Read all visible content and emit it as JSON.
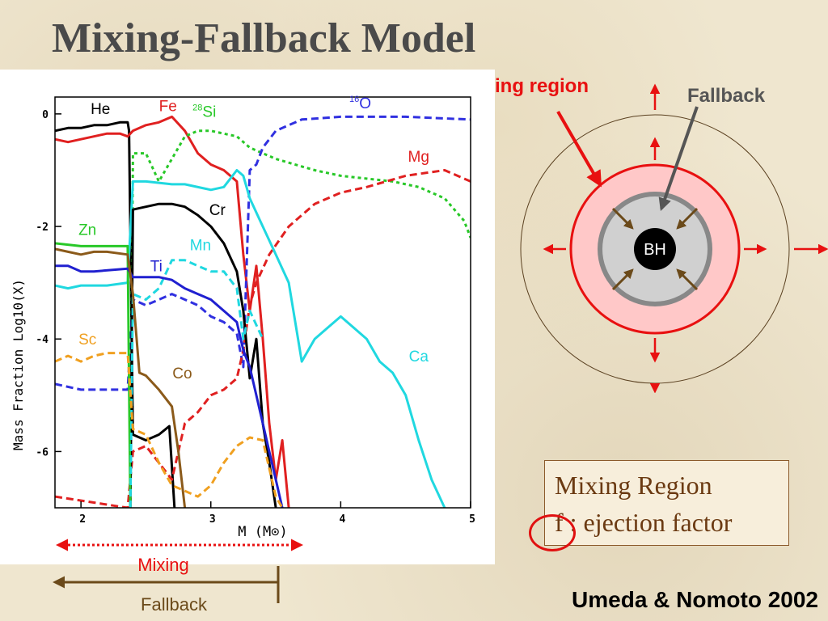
{
  "slide": {
    "title": "Mixing-Fallback Model",
    "citation": "Umeda & Nomoto 2002"
  },
  "diagram": {
    "mixing_region_label": "Mixing region",
    "fallback_label": "Fallback",
    "bh_label": "BH",
    "colors": {
      "mixing": "#e81010",
      "fallback": "#555555",
      "arrows": "#6b4a1a",
      "fill": "#ffc8c8"
    }
  },
  "info_box": {
    "line1": "Mixing Region",
    "f_symbol": "f",
    "line2_rest": " : ejection factor"
  },
  "bottom": {
    "mixing_label": "Mixing",
    "fallback_label": "Fallback"
  },
  "chart_data": {
    "type": "line",
    "xlabel": "M (M⊙)",
    "ylabel": "Mass Fraction Log10(X)",
    "xlim": [
      1.8,
      5.0
    ],
    "ylim": [
      -7.0,
      0.3
    ],
    "xticks": [
      2,
      3,
      4,
      5
    ],
    "yticks": [
      0,
      -2,
      -4,
      -6
    ],
    "series": [
      {
        "name": "He",
        "color": "#000000",
        "dash": "solid",
        "points": [
          [
            1.8,
            -0.3
          ],
          [
            1.9,
            -0.25
          ],
          [
            2.0,
            -0.25
          ],
          [
            2.1,
            -0.2
          ],
          [
            2.2,
            -0.2
          ],
          [
            2.3,
            -0.15
          ],
          [
            2.36,
            -0.15
          ],
          [
            2.37,
            -0.3
          ],
          [
            2.4,
            -5.7
          ],
          [
            2.5,
            -5.8
          ],
          [
            2.6,
            -5.7
          ],
          [
            2.68,
            -5.55
          ],
          [
            2.72,
            -7.0
          ]
        ]
      },
      {
        "name": "Fe",
        "color": "#e02020",
        "dash": "solid",
        "points": [
          [
            1.8,
            -0.45
          ],
          [
            1.9,
            -0.5
          ],
          [
            2.0,
            -0.45
          ],
          [
            2.1,
            -0.4
          ],
          [
            2.2,
            -0.35
          ],
          [
            2.3,
            -0.35
          ],
          [
            2.36,
            -0.4
          ],
          [
            2.4,
            -0.3
          ],
          [
            2.5,
            -0.2
          ],
          [
            2.6,
            -0.15
          ],
          [
            2.7,
            -0.05
          ],
          [
            2.8,
            -0.3
          ],
          [
            2.9,
            -0.7
          ],
          [
            3.0,
            -0.9
          ],
          [
            3.1,
            -1.0
          ],
          [
            3.15,
            -1.1
          ],
          [
            3.2,
            -1.2
          ],
          [
            3.25,
            -2.5
          ],
          [
            3.3,
            -3.5
          ],
          [
            3.35,
            -2.7
          ],
          [
            3.4,
            -4.0
          ],
          [
            3.45,
            -5.5
          ],
          [
            3.5,
            -6.5
          ],
          [
            3.55,
            -5.8
          ],
          [
            3.6,
            -7.0
          ]
        ]
      },
      {
        "name": "28Si",
        "color": "#28c828",
        "dash": "dotted",
        "points": [
          [
            2.38,
            -7.0
          ],
          [
            2.4,
            -0.7
          ],
          [
            2.5,
            -0.7
          ],
          [
            2.6,
            -1.2
          ],
          [
            2.7,
            -0.8
          ],
          [
            2.8,
            -0.4
          ],
          [
            2.9,
            -0.3
          ],
          [
            3.0,
            -0.3
          ],
          [
            3.2,
            -0.4
          ],
          [
            3.3,
            -0.6
          ],
          [
            3.5,
            -0.8
          ],
          [
            3.8,
            -1.0
          ],
          [
            4.0,
            -1.1
          ],
          [
            4.4,
            -1.2
          ],
          [
            4.6,
            -1.3
          ],
          [
            4.8,
            -1.5
          ],
          [
            4.95,
            -1.9
          ],
          [
            5.0,
            -2.2
          ]
        ]
      },
      {
        "name": "16O",
        "color": "#3030e0",
        "dash": "dashed",
        "points": [
          [
            1.8,
            -4.8
          ],
          [
            2.0,
            -4.9
          ],
          [
            2.2,
            -4.9
          ],
          [
            2.36,
            -4.9
          ],
          [
            2.4,
            -3.3
          ],
          [
            2.5,
            -3.4
          ],
          [
            2.6,
            -3.3
          ],
          [
            2.7,
            -3.2
          ],
          [
            2.9,
            -3.4
          ],
          [
            3.0,
            -3.6
          ],
          [
            3.1,
            -3.7
          ],
          [
            3.2,
            -3.9
          ],
          [
            3.25,
            -4.5
          ],
          [
            3.3,
            -1.0
          ],
          [
            3.35,
            -0.9
          ],
          [
            3.4,
            -0.6
          ],
          [
            3.5,
            -0.3
          ],
          [
            3.7,
            -0.1
          ],
          [
            4.0,
            -0.05
          ],
          [
            4.5,
            -0.05
          ],
          [
            5.0,
            -0.1
          ]
        ]
      },
      {
        "name": "Mg",
        "color": "#e02020",
        "dash": "dashed",
        "points": [
          [
            1.8,
            -6.8
          ],
          [
            2.36,
            -7.0
          ],
          [
            2.4,
            -6.0
          ],
          [
            2.5,
            -5.9
          ],
          [
            2.6,
            -6.2
          ],
          [
            2.7,
            -6.5
          ],
          [
            2.8,
            -5.5
          ],
          [
            2.9,
            -5.3
          ],
          [
            3.0,
            -5.0
          ],
          [
            3.1,
            -4.9
          ],
          [
            3.2,
            -4.7
          ],
          [
            3.25,
            -4.2
          ],
          [
            3.3,
            -3.4
          ],
          [
            3.35,
            -3.0
          ],
          [
            3.45,
            -2.5
          ],
          [
            3.6,
            -2.0
          ],
          [
            3.8,
            -1.6
          ],
          [
            4.0,
            -1.4
          ],
          [
            4.2,
            -1.3
          ],
          [
            4.5,
            -1.1
          ],
          [
            4.8,
            -1.0
          ],
          [
            5.0,
            -1.2
          ]
        ]
      },
      {
        "name": "Ca",
        "color": "#20d8e0",
        "dash": "solid",
        "points": [
          [
            1.8,
            -3.05
          ],
          [
            1.9,
            -3.1
          ],
          [
            2.0,
            -3.05
          ],
          [
            2.1,
            -3.05
          ],
          [
            2.2,
            -3.05
          ],
          [
            2.36,
            -3.0
          ],
          [
            2.4,
            -1.2
          ],
          [
            2.5,
            -1.2
          ],
          [
            2.7,
            -1.25
          ],
          [
            2.8,
            -1.25
          ],
          [
            3.0,
            -1.35
          ],
          [
            3.1,
            -1.3
          ],
          [
            3.2,
            -1.0
          ],
          [
            3.25,
            -1.1
          ],
          [
            3.3,
            -1.5
          ],
          [
            3.4,
            -2.0
          ],
          [
            3.5,
            -2.5
          ],
          [
            3.6,
            -3.0
          ],
          [
            3.7,
            -4.4
          ],
          [
            3.8,
            -4.0
          ],
          [
            3.9,
            -3.8
          ],
          [
            4.0,
            -3.6
          ],
          [
            4.1,
            -3.8
          ],
          [
            4.2,
            -4.0
          ],
          [
            4.3,
            -4.4
          ],
          [
            4.4,
            -4.6
          ],
          [
            4.5,
            -5.0
          ],
          [
            4.6,
            -5.8
          ],
          [
            4.7,
            -6.5
          ],
          [
            4.8,
            -7.0
          ]
        ]
      },
      {
        "name": "Cr",
        "color": "#000000",
        "dash": "solid",
        "points": [
          [
            2.38,
            -7.0
          ],
          [
            2.4,
            -1.7
          ],
          [
            2.5,
            -1.65
          ],
          [
            2.6,
            -1.6
          ],
          [
            2.7,
            -1.6
          ],
          [
            2.8,
            -1.65
          ],
          [
            2.9,
            -1.8
          ],
          [
            3.0,
            -2.0
          ],
          [
            3.1,
            -2.3
          ],
          [
            3.2,
            -2.8
          ],
          [
            3.25,
            -3.5
          ],
          [
            3.3,
            -4.7
          ],
          [
            3.35,
            -4.0
          ],
          [
            3.4,
            -5.5
          ],
          [
            3.45,
            -6.2
          ],
          [
            3.5,
            -7.0
          ]
        ]
      },
      {
        "name": "Zn",
        "color": "#28c828",
        "dash": "solid",
        "points": [
          [
            1.8,
            -2.3
          ],
          [
            2.0,
            -2.35
          ],
          [
            2.2,
            -2.35
          ],
          [
            2.36,
            -2.35
          ],
          [
            2.38,
            -7.0
          ]
        ]
      },
      {
        "name": "Mn",
        "color": "#20d8e0",
        "dash": "dashed",
        "points": [
          [
            2.38,
            -7.0
          ],
          [
            2.4,
            -3.2
          ],
          [
            2.5,
            -3.3
          ],
          [
            2.6,
            -3.1
          ],
          [
            2.7,
            -2.6
          ],
          [
            2.8,
            -2.6
          ],
          [
            2.9,
            -2.7
          ],
          [
            3.0,
            -2.8
          ],
          [
            3.1,
            -2.8
          ],
          [
            3.2,
            -3.1
          ],
          [
            3.25,
            -4.0
          ],
          [
            3.3,
            -3.5
          ],
          [
            3.4,
            -4.0
          ]
        ]
      },
      {
        "name": "Ti",
        "color": "#2020d0",
        "dash": "solid",
        "points": [
          [
            1.8,
            -2.7
          ],
          [
            1.9,
            -2.7
          ],
          [
            2.0,
            -2.8
          ],
          [
            2.1,
            -2.8
          ],
          [
            2.36,
            -2.75
          ],
          [
            2.4,
            -2.9
          ],
          [
            2.5,
            -2.9
          ],
          [
            2.6,
            -2.9
          ],
          [
            2.7,
            -2.95
          ],
          [
            2.8,
            -3.1
          ],
          [
            2.9,
            -3.2
          ],
          [
            3.0,
            -3.3
          ],
          [
            3.1,
            -3.5
          ],
          [
            3.2,
            -3.7
          ],
          [
            3.25,
            -4.2
          ],
          [
            3.3,
            -4.5
          ],
          [
            3.35,
            -5.0
          ],
          [
            3.4,
            -5.5
          ],
          [
            3.45,
            -6.0
          ],
          [
            3.5,
            -6.5
          ],
          [
            3.55,
            -7.0
          ]
        ]
      },
      {
        "name": "Co",
        "color": "#8b5a1a",
        "dash": "solid",
        "points": [
          [
            1.8,
            -2.4
          ],
          [
            1.9,
            -2.45
          ],
          [
            2.0,
            -2.5
          ],
          [
            2.1,
            -2.45
          ],
          [
            2.2,
            -2.45
          ],
          [
            2.36,
            -2.5
          ],
          [
            2.4,
            -3.2
          ],
          [
            2.45,
            -4.6
          ],
          [
            2.5,
            -4.65
          ],
          [
            2.6,
            -4.9
          ],
          [
            2.7,
            -5.2
          ],
          [
            2.75,
            -6.0
          ],
          [
            2.8,
            -7.0
          ]
        ]
      },
      {
        "name": "Sc",
        "color": "#f0a020",
        "dash": "dashed",
        "points": [
          [
            1.8,
            -4.4
          ],
          [
            1.9,
            -4.3
          ],
          [
            2.0,
            -4.4
          ],
          [
            2.1,
            -4.3
          ],
          [
            2.2,
            -4.25
          ],
          [
            2.36,
            -4.25
          ],
          [
            2.4,
            -5.6
          ],
          [
            2.5,
            -5.7
          ],
          [
            2.6,
            -6.2
          ],
          [
            2.7,
            -6.6
          ],
          [
            2.8,
            -6.7
          ],
          [
            2.9,
            -6.8
          ],
          [
            3.0,
            -6.6
          ],
          [
            3.1,
            -6.2
          ],
          [
            3.2,
            -5.9
          ],
          [
            3.3,
            -5.75
          ],
          [
            3.4,
            -5.8
          ],
          [
            3.45,
            -6.3
          ],
          [
            3.5,
            -6.8
          ],
          [
            3.55,
            -7.0
          ]
        ]
      }
    ],
    "annotations": [
      {
        "text": "He",
        "sup": "",
        "x": 2.15,
        "y": 0.0,
        "color": "#000000"
      },
      {
        "text": "Fe",
        "sup": "",
        "x": 2.67,
        "y": 0.05,
        "color": "#e02020"
      },
      {
        "text": "Si",
        "sup": "28",
        "x": 2.95,
        "y": -0.05,
        "color": "#28c828"
      },
      {
        "text": "O",
        "sup": "16",
        "x": 4.15,
        "y": 0.1,
        "color": "#3030e0"
      },
      {
        "text": "Mg",
        "sup": "",
        "x": 4.6,
        "y": -0.85,
        "color": "#e02020"
      },
      {
        "text": "Cr",
        "sup": "",
        "x": 3.05,
        "y": -1.8,
        "color": "#000000"
      },
      {
        "text": "Zn",
        "sup": "",
        "x": 2.05,
        "y": -2.15,
        "color": "#28c828"
      },
      {
        "text": "Mn",
        "sup": "",
        "x": 2.92,
        "y": -2.42,
        "color": "#20d8e0"
      },
      {
        "text": "Ti",
        "sup": "",
        "x": 2.58,
        "y": -2.8,
        "color": "#2020d0"
      },
      {
        "text": "Sc",
        "sup": "",
        "x": 2.05,
        "y": -4.1,
        "color": "#f0a020"
      },
      {
        "text": "Co",
        "sup": "",
        "x": 2.78,
        "y": -4.7,
        "color": "#8b5a1a"
      },
      {
        "text": "Ca",
        "sup": "",
        "x": 4.6,
        "y": -4.4,
        "color": "#20d8e0"
      }
    ]
  }
}
